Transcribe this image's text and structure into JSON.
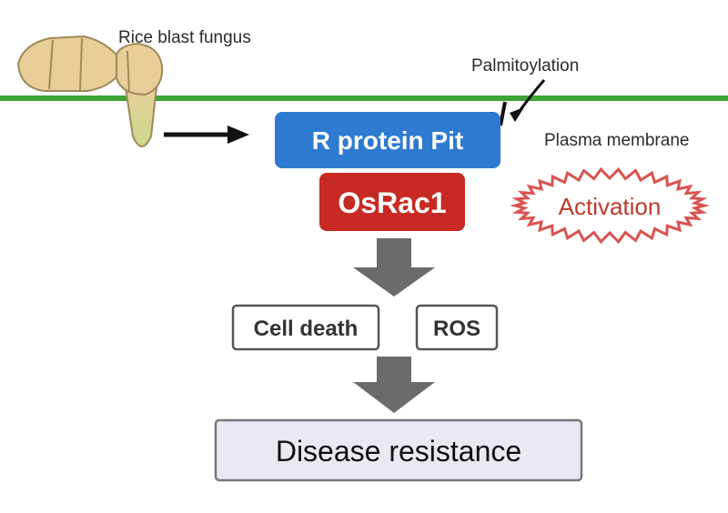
{
  "labels": {
    "fungus": "Rice blast fungus",
    "palmitoylation": "Palmitoylation",
    "plasma_membrane": "Plasma membrane",
    "r_protein": "R protein Pit",
    "osrac1": "OsRac1",
    "activation": "Activation",
    "cell_death": "Cell death",
    "ros": "ROS",
    "disease_resistance": "Disease resistance"
  },
  "colors": {
    "membrane": "#3fa535",
    "r_protein_fill": "#2e7ad1",
    "osrac1_fill": "#c62a22",
    "activation_stroke": "#d9534f",
    "arrow_gray": "#6b6b6b",
    "fungus_fill": "#e8cf9a",
    "fungus_stroke": "#a08a5a"
  }
}
